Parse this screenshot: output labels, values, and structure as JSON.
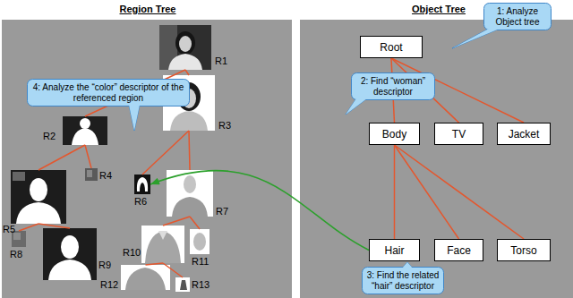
{
  "diagram": {
    "nodes": [
      {
        "text": [
          "R1"
        ]
      },
      {
        "text": [
          "R2"
        ]
      },
      {
        "text": [
          "R3"
        ]
      },
      {
        "text": [
          "R4"
        ]
      },
      {
        "text": [
          "R5"
        ]
      },
      {
        "text": [
          "R6"
        ]
      },
      {
        "text": [
          "R7"
        ]
      },
      {
        "text": [
          "R8"
        ]
      },
      {
        "text": [
          "R9"
        ]
      },
      {
        "text": [
          "R10"
        ]
      },
      {
        "text": [
          "R11"
        ]
      },
      {
        "text": [
          "R12"
        ]
      },
      {
        "text": [
          "R13"
        ]
      },
      {
        "text": [
          "4: Analyze the “color” descriptor of the referenced region"
        ]
      },
      {
        "text": [
          "Root"
        ]
      },
      {
        "text": [
          "Body"
        ]
      },
      {
        "text": [
          "TV"
        ]
      },
      {
        "text": [
          "Jacket"
        ]
      },
      {
        "text": [
          "Hair"
        ]
      },
      {
        "text": [
          "Face"
        ]
      },
      {
        "text": [
          "Torso"
        ]
      },
      {
        "text": [
          "1: Analyze Object tree"
        ]
      },
      {
        "text": [
          "2: Find “woman” descriptor"
        ]
      },
      {
        "text": [
          "3: Find the related “hair” descriptor"
        ]
      }
    ],
    "edges": [
      {
        "from": 0,
        "to": 1,
        "arrow": "none"
      },
      {
        "from": 0,
        "to": 2,
        "arrow": "none"
      },
      {
        "from": 1,
        "to": 3,
        "arrow": "none"
      },
      {
        "from": 1,
        "to": 4,
        "arrow": "none"
      },
      {
        "from": 2,
        "to": 5,
        "arrow": "none"
      },
      {
        "from": 2,
        "to": 6,
        "arrow": "none"
      },
      {
        "from": 4,
        "to": 7,
        "arrow": "none"
      },
      {
        "from": 4,
        "to": 8,
        "arrow": "none"
      },
      {
        "from": 6,
        "to": 9,
        "arrow": "none"
      },
      {
        "from": 6,
        "to": 10,
        "arrow": "none"
      },
      {
        "from": 9,
        "to": 11,
        "arrow": "none"
      },
      {
        "from": 9,
        "to": 12,
        "arrow": "none"
      },
      {
        "from": 14,
        "to": 15,
        "arrow": "none"
      },
      {
        "from": 14,
        "to": 16,
        "arrow": "none"
      },
      {
        "from": 14,
        "to": 17,
        "arrow": "none"
      },
      {
        "from": 15,
        "to": 18,
        "arrow": "none"
      },
      {
        "from": 15,
        "to": 19,
        "arrow": "none"
      },
      {
        "from": 15,
        "to": 20,
        "arrow": "none"
      },
      {
        "from": 18,
        "to": 5,
        "arrow": "to"
      }
    ],
    "labels": [
      "Region Tree",
      "Object Tree"
    ]
  }
}
